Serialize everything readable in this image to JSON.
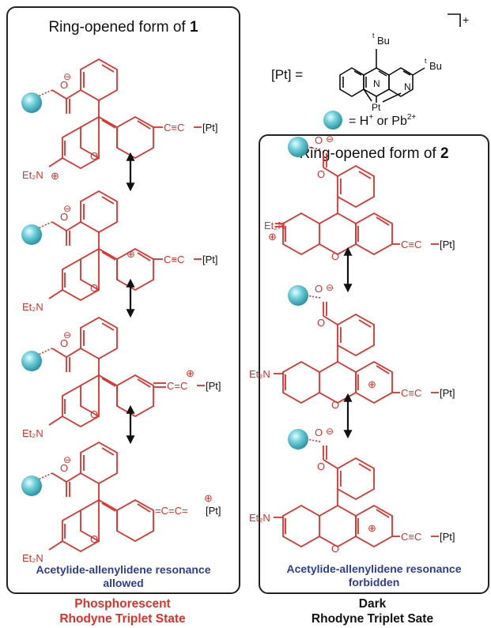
{
  "left_panel": {
    "title_prefix": "Ring-opened form of ",
    "title_num": "1",
    "verdict_line1": "Acetylide-allenylidene resonance",
    "verdict_line2": "allowed"
  },
  "right_panel": {
    "title_prefix": "Ring-opened form of ",
    "title_num": "2",
    "verdict_line1": "Acetylide-allenylidene  resonance",
    "verdict_line2": "forbidden"
  },
  "left_state": {
    "line1": "Phosphorescent",
    "line2": "Rhodyne Triplet State",
    "color": "#e0302a"
  },
  "right_state": {
    "line1": "Dark",
    "line2": "Rhodyne Triplet Sate",
    "color": "#111111"
  },
  "legend": {
    "pt_label": "[Pt] =",
    "pt_atom": "Pt",
    "n_atom": "N",
    "tbu_t": "t",
    "tbu_bu": "Bu",
    "charge": "+",
    "sphere_eq": "= H",
    "sphere_plus": "+",
    "sphere_or": " or Pb",
    "sphere_charge": "2+"
  },
  "labels": {
    "pt": "[Pt]",
    "et2n": "Et₂N",
    "o": "O",
    "minus": "⊖",
    "plus": "⊕",
    "alkyne": "C≡C",
    "allene1": "C=C",
    "allene2": "=C=C=",
    "c_atom": "C"
  },
  "colors": {
    "molecule": "#e0302a",
    "sphere": "#57c3cf",
    "verdict": "#2e3d9a"
  }
}
